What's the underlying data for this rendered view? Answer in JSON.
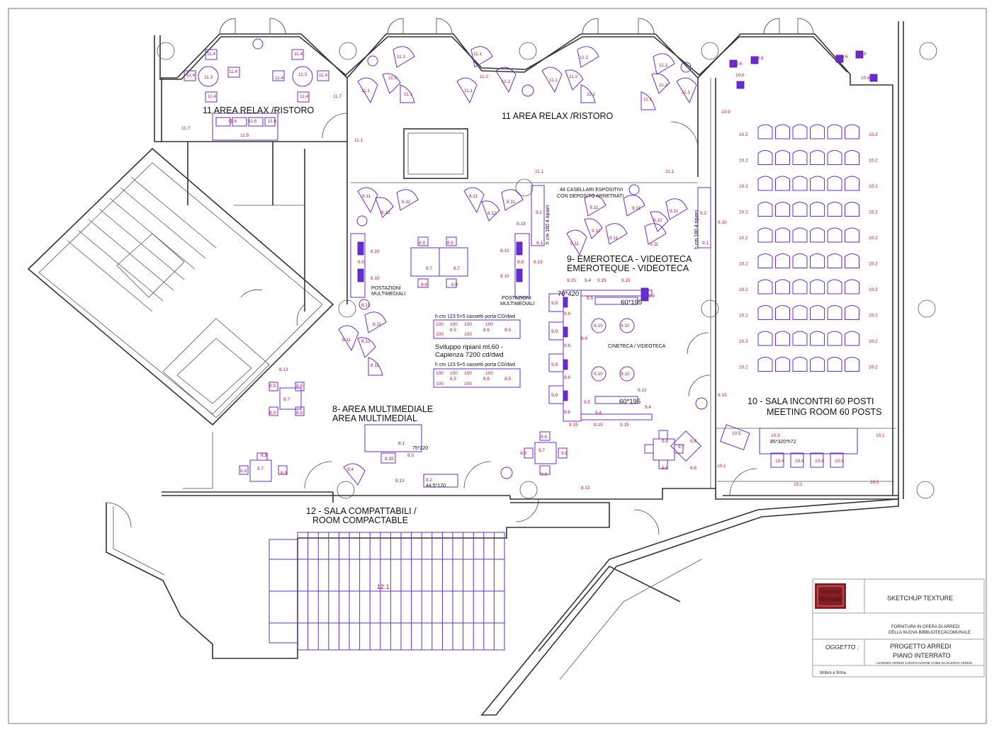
{
  "rooms": {
    "relax_a": "11 AREA RELAX /RISTORO",
    "relax_b": "11 AREA RELAX /RISTORO",
    "multimedia_1": "8- AREA MULTIMEDIALE",
    "multimedia_2": "AREA MULTIMEDIAL",
    "emeroteca_1": "9- EMEROTECA - VIDEOTECA",
    "emeroteca_2": "EMEROTEQUE - VIDEOTECA",
    "meeting_1": "10 - SALA INCONTRI 60 POSTI",
    "meeting_2": "MEETING ROOM  60  POSTS",
    "compact_1": "12 - SALA COMPATTABILI /",
    "compact_2": "ROOM COMPACTABLE"
  },
  "notes": {
    "caselle_1": "48 CASELLARI ESPOSITIVI",
    "caselle_2": "CON DEPOSITO ARRETRATI",
    "postazioni_1": "POSTAZIONI",
    "postazioni_2": "MULTIMEDIALI",
    "cd_header_1": "h cm 123 5+5  cassetti  porta CD/dwd",
    "cd_header_2": "h cm 123 5+5  cassetti  porta CD/dwd",
    "sviluppo": "Sviluppo ripiani ml.60 -",
    "capienza": "Capienza  7200 cd/dwd",
    "cineteca": "CINETECA / VIDEOTECA",
    "dim_70": "70*420",
    "dim_60a": "60*195",
    "dim_60b": "60*195",
    "dim_75": "75*220",
    "dim_44": "44,5*120",
    "dim_85": "85*320*h72",
    "shelf_h_a": "h cm 180 4 ripiani",
    "shelf_h_b": "h cm 180 4 ripiani",
    "compact_tag": "12.1",
    "relax_tag": "11.5"
  },
  "title_block": {
    "logo_line_1": "SketchUp",
    "logo_line_2": "TEXTURE",
    "brand": "SKETCHUP TEXTURE",
    "subject_1": "FORNITURA IN OPERA DI ARREDI",
    "subject_2": "DELLA NUOVA BIBBLIOTECACOMUNALE",
    "oggetto_label": "OGGETTO :",
    "project_1": "PROGETTO  ARREDI",
    "project_2": "PIANO INTERRATO",
    "legend": "LEGENDA ARREDI    CODIFICAZIONE COME DA ELENCO ARREDI",
    "stamp": "timbro e firma"
  },
  "colors": {
    "furniture": "#6a2bd6",
    "codes": "#c0163a",
    "walls": "#333333"
  }
}
